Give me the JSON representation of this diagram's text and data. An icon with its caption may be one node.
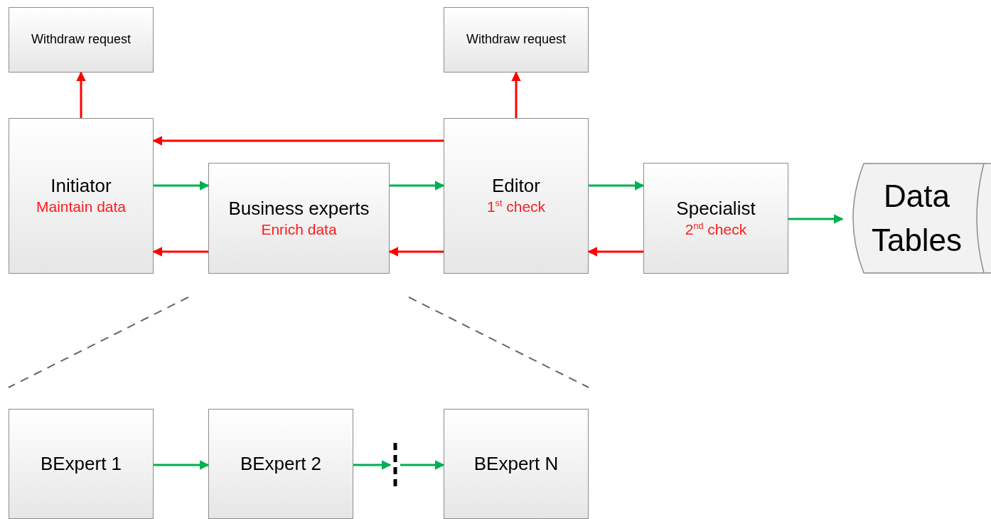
{
  "diagram": {
    "nodes": [
      {
        "text": [
          "Withdraw request"
        ]
      },
      {
        "text": [
          "Withdraw request"
        ]
      },
      {
        "text": [
          "Initiator",
          "Maintain data"
        ]
      },
      {
        "text": [
          "Business experts",
          "Enrich data"
        ]
      },
      {
        "text": [
          "Editor",
          "1$^{st}$ check"
        ]
      },
      {
        "text": [
          "Specialist",
          "2$^{nd}$ check"
        ]
      },
      {
        "text": [
          "Data Tables"
        ]
      },
      {
        "text": [
          "BExpert 1"
        ]
      },
      {
        "text": [
          "BExpert 2"
        ]
      },
      {
        "text": [],
        "shape": "bar"
      },
      {
        "text": [
          "BExpert N"
        ]
      }
    ],
    "edges": [
      {
        "from": 2,
        "to": 0,
        "arrow": "to",
        "color": "#ff0000"
      },
      {
        "from": 4,
        "to": 1,
        "arrow": "to",
        "color": "#ff0000"
      },
      {
        "from": 4,
        "to": 2,
        "arrow": "to",
        "color": "#ff0000"
      },
      {
        "from": 2,
        "to": 3,
        "arrow": "to"
      },
      {
        "from": 3,
        "to": 2,
        "arrow": "to",
        "color": "#ff0000"
      },
      {
        "from": 3,
        "to": 4,
        "arrow": "to"
      },
      {
        "from": 4,
        "to": 3,
        "arrow": "to",
        "color": "#ff0000"
      },
      {
        "from": 4,
        "to": 5,
        "arrow": "to"
      },
      {
        "from": 5,
        "to": 4,
        "arrow": "to",
        "color": "#ff0000"
      },
      {
        "from": 5,
        "to": 6,
        "arrow": "to"
      },
      {
        "from": 7,
        "to": 8,
        "arrow": "to"
      },
      {
        "from": 8,
        "to": 9,
        "arrow": "to"
      },
      {
        "from": 9,
        "to": 10,
        "arrow": "to"
      }
    ]
  }
}
